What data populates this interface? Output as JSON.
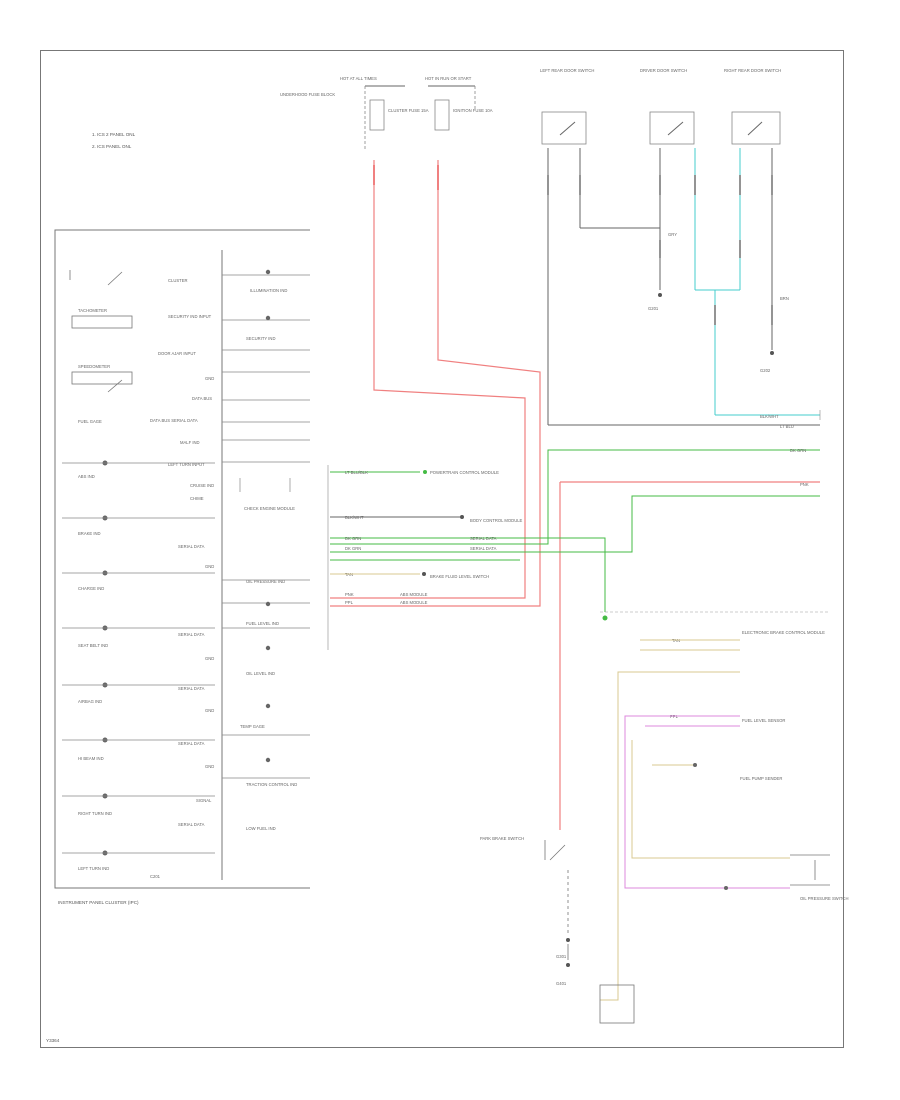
{
  "diagram": {
    "figure_code": "Y3364",
    "splice_notes": [
      "1. ICS 2 PANEL ONL",
      "2. ICS PANEL ONL"
    ],
    "fuse_block": {
      "underhood_label": "UNDERHOOD FUSE BLOCK",
      "fuse_labels": [
        "HOT AT ALL TIMES",
        "HOT IN RUN OR START"
      ],
      "fuse_names": [
        "CLUSTER FUSE 15A",
        "IGNITION FUSE 10A"
      ]
    },
    "switches": [
      {
        "title": "LEFT REAR DOOR SWITCH"
      },
      {
        "title": "DRIVER DOOR SWITCH"
      },
      {
        "title": "RIGHT REAR DOOR SWITCH"
      }
    ],
    "grounds": [
      "G201",
      "G202",
      "G301",
      "G401"
    ],
    "cluster": {
      "title": "INSTRUMENT PANEL CLUSTER (IPC)",
      "left_items": [
        "TACHOMETER",
        "SPEEDOMETER",
        "FUEL GAGE",
        "ABS IND",
        "BRAKE IND",
        "CHARGE IND",
        "SEAT BELT IND",
        "AIRBAG IND",
        "HI BEAM IND",
        "RIGHT TURN IND",
        "LEFT TURN IND"
      ],
      "mid_items": [
        "CLUSTER",
        "SECURITY IND INPUT",
        "DOOR AJAR INPUT",
        "GND",
        "DATA BUS",
        "DATA BUS SERIAL DATA",
        "MALF IND",
        "LEFT TURN INPUT",
        "CRUISE IND",
        "CHIME",
        "SERIAL DATA",
        "GND",
        "SERIAL DATA",
        "GND",
        "SERIAL DATA",
        "GND",
        "SERIAL DATA",
        "GND",
        "SIGNAL",
        "SERIAL DATA"
      ],
      "right_items": [
        "ILLUMINATION IND",
        "SECURITY IND",
        "CHECK ENGINE MODULE",
        "OIL PRESSURE IND",
        "FUEL LEVEL IND",
        "OIL LEVEL IND",
        "TEMP GAGE",
        "TRACTION CONTROL IND",
        "LOW FUEL IND"
      ]
    },
    "connections": [
      {
        "label": "POWERTRAIN CONTROL MODULE",
        "wire": "LT BLU/BLK",
        "color": "#44bb44"
      },
      {
        "label": "BODY CONTROL MODULE",
        "wire": "BLK/WHT",
        "color": "#666666"
      },
      {
        "label": "SERIAL DATA",
        "wire": "DK GRN",
        "color": "#44bb44"
      },
      {
        "label": "SERIAL DATA",
        "wire": "DK GRN",
        "color": "#44bb44"
      },
      {
        "label": "BRAKE FLUID LEVEL SWITCH",
        "wire": "TAN",
        "color": "#d8c890"
      },
      {
        "label": "ABS MODULE",
        "wire": "PNK",
        "color": "#f08080"
      },
      {
        "label": "ABS MODULE",
        "wire": "PPL",
        "color": "#dd88dd"
      }
    ],
    "right_side": {
      "modules": [
        "ELECTRONIC BRAKE CONTROL MODULE",
        "FUEL LEVEL SENSOR",
        "FUEL PUMP SENDER",
        "OIL PRESSURE SWITCH",
        "PARK BRAKE SWITCH"
      ],
      "wire_tags": [
        "BLK/WHT",
        "DK GRN",
        "LT BLU",
        "PNK",
        "TAN",
        "PPL",
        "GRY",
        "BRN"
      ]
    }
  },
  "colors": {
    "red_wire": "#f08080",
    "green_wire": "#44bb44",
    "cyan_wire": "#44cccc",
    "tan_wire": "#d8c890",
    "purple_wire": "#dd88dd",
    "black_wire": "#666666"
  }
}
